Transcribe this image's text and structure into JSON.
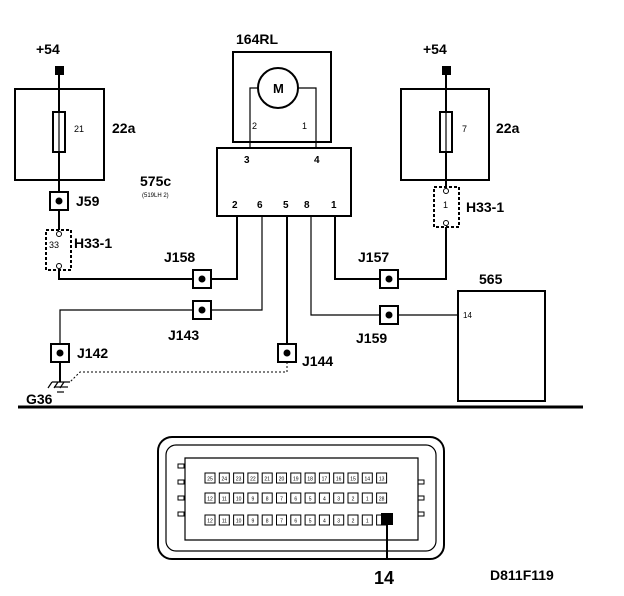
{
  "supply_left": "+54",
  "supply_right": "+54",
  "fuse_left": {
    "number": "21",
    "label": "22a"
  },
  "fuse_right": {
    "number": "7",
    "label": "22a"
  },
  "motor": {
    "label": "164RL",
    "symbol": "M",
    "pin_a": "2",
    "pin_b": "1"
  },
  "module": {
    "label": "575c",
    "sub": "(519LH 2)",
    "pins_top": [
      "3",
      "4"
    ],
    "pins_bottom": [
      "2",
      "6",
      "5",
      "8",
      "1"
    ]
  },
  "connectors": {
    "j59": "J59",
    "j158": "J158",
    "j143": "J143",
    "j142": "J142",
    "j144": "J144",
    "j157": "J157",
    "j159": "J159"
  },
  "h33_left": {
    "label": "H33-1",
    "pin": "33"
  },
  "h33_right": {
    "label": "H33-1",
    "pin": "1"
  },
  "ecu": {
    "label": "565",
    "pin": "14"
  },
  "ground": "G36",
  "obd": {
    "row1": [
      "25",
      "24",
      "23",
      "22",
      "21",
      "20",
      "19",
      "18",
      "17",
      "16",
      "15",
      "14",
      "13"
    ],
    "row2": [
      "12",
      "11",
      "10",
      "9",
      "8",
      "7",
      "6",
      "5",
      "4",
      "3",
      "2",
      "1",
      "28"
    ],
    "row3": [
      "12",
      "11",
      "10",
      "9",
      "8",
      "7",
      "6",
      "5",
      "4",
      "3",
      "2",
      "1",
      ""
    ],
    "pointer_label": "14"
  },
  "figure_code": "D811F119"
}
